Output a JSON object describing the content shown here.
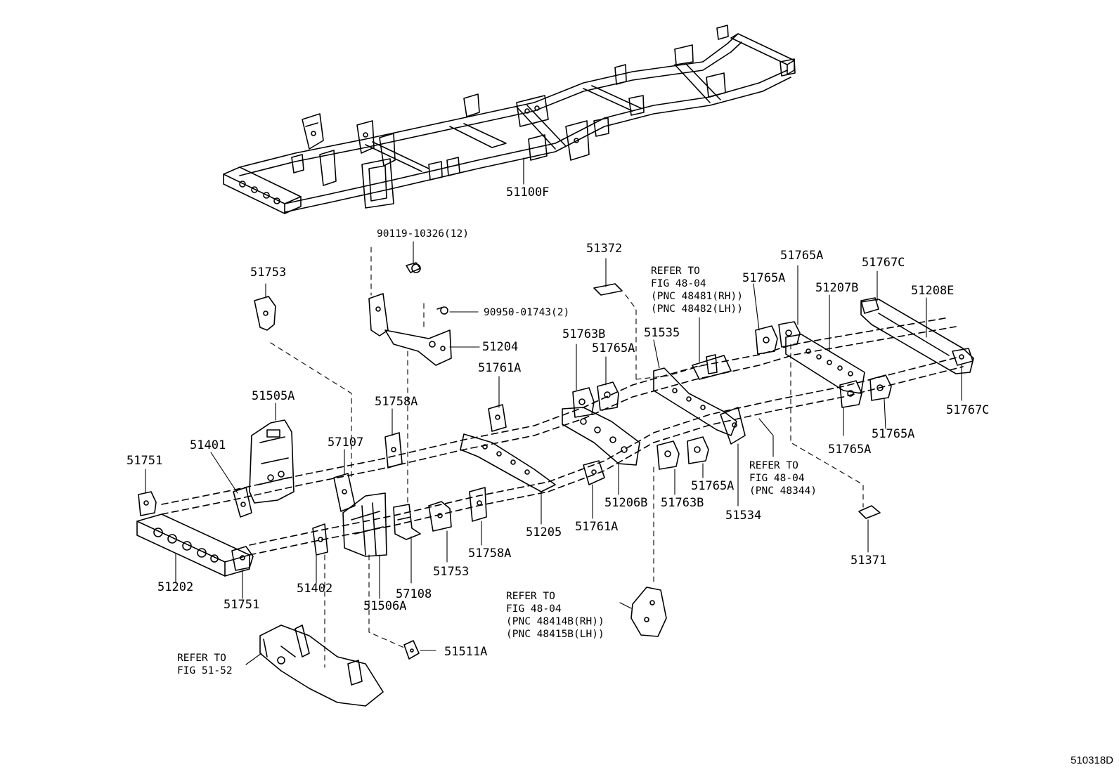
{
  "figure_id": "510318D",
  "parts": {
    "p51100F": "51100F",
    "p90119": "90119-10326(12)",
    "p90950": "90950-01743(2)",
    "p51372": "51372",
    "p51753_top": "51753",
    "p51204": "51204",
    "p51763B_top": "51763B",
    "p51765A_mid": "51765A",
    "p51535": "51535",
    "p51765A_top": "51765A",
    "p51765A_top2": "51765A",
    "p51207B": "51207B",
    "p51767C_top": "51767C",
    "p51208E": "51208E",
    "p51767C_right": "51767C",
    "p51765A_r1": "51765A",
    "p51765A_r2": "51765A",
    "p51761A_top": "51761A",
    "p51758A_top": "51758A",
    "p51505A": "51505A",
    "p51401": "51401",
    "p57107": "57107",
    "p51751_left": "51751",
    "p51202": "51202",
    "p51751_bottom": "51751",
    "p51402": "51402",
    "p51506A": "51506A",
    "p57108": "57108",
    "p51753_bottom": "51753",
    "p51758A_bottom": "51758A",
    "p51205": "51205",
    "p51761A_bottom": "51761A",
    "p51206B": "51206B",
    "p51763B_bottom": "51763B",
    "p51765A_bottom": "51765A",
    "p51534": "51534",
    "p51371": "51371",
    "p51511A": "51511A"
  },
  "notes": {
    "refer_48481": "REFER TO\nFIG 48-04\n(PNC 48481(RH))\n(PNC 48482(LH))",
    "refer_48344": "REFER TO\nFIG 48-04\n(PNC 48344)",
    "refer_48414": "REFER TO\nFIG 48-04\n(PNC 48414B(RH))\n(PNC 48415B(LH))",
    "refer_5152": "REFER TO\nFIG 51-52"
  }
}
